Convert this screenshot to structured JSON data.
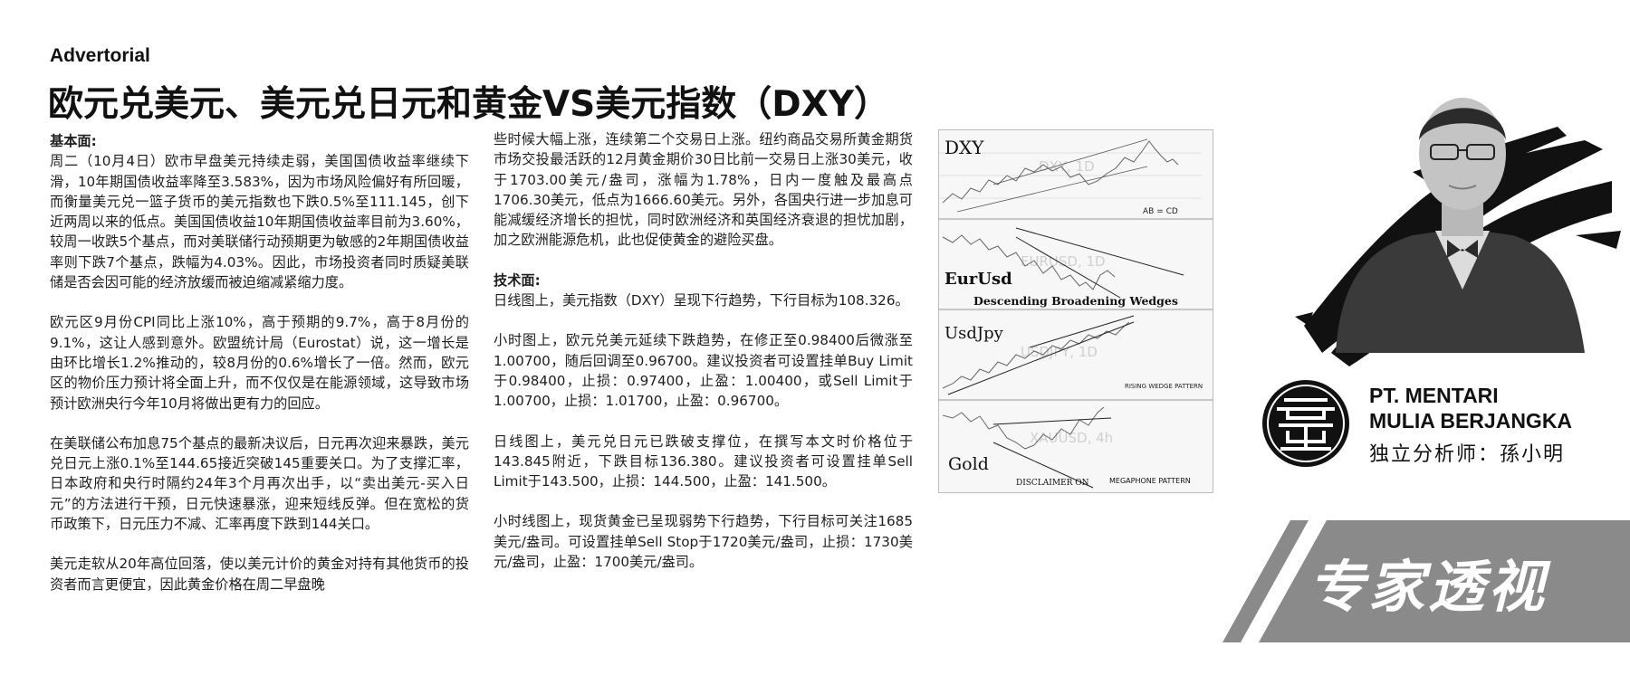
{
  "header": {
    "kicker": "Advertorial",
    "title": "欧元兑美元、美元兑日元和黄金VS美元指数（DXY）"
  },
  "column1": {
    "section_title": "基本面:",
    "paragraphs": [
      "周二（10月4日）欧市早盘美元持续走弱，美国国债收益率继续下滑，10年期国债收益率降至3.583%，因为市场风险偏好有所回暖，而衡量美元兑一篮子货币的美元指数也下跌0.5%至111.145，创下近两周以来的低点。美国国债收益10年期国债收益率目前为3.60%，较周一收跌5个基点，而对美联储行动预期更为敏感的2年期国债收益率则下跌7个基点，跌幅为4.03%。因此，市场投资者同时质疑美联储是否会因可能的经济放缓而被迫缩减紧缩力度。",
      "欧元区9月份CPI同比上涨10%，高于预期的9.7%，高于8月份的9.1%，这让人感到意外。欧盟统计局（Eurostat）说，这一增长是由环比增长1.2%推动的，较8月份的0.6%增长了一倍。然而，欧元区的物价压力预计将全面上升，而不仅仅是在能源领域，这导致市场预计欧洲央行今年10月将做出更有力的回应。",
      "在美联储公布加息75个基点的最新决议后，日元再次迎来暴跌，美元兑日元上涨0.1%至144.65接近突破145重要关口。为了支撑汇率，日本政府和央行时隔约24年3个月再次出手，以“卖出美元-买入日元”的方法进行干预，日元快速暴涨，迎来短线反弹。但在宽松的货币政策下，日元压力不减、汇率再度下跌到144关口。",
      "美元走软从20年高位回落，使以美元计价的黄金对持有其他货币的投资者而言更便宜，因此黄金价格在周二早盘晚"
    ]
  },
  "column2": {
    "paragraph_cont": "些时候大幅上涨，连续第二个交易日上涨。纽约商品交易所黄金期货市场交投最活跃的12月黄金期价30日比前一交易日上涨30美元，收于1703.00美元/盎司，涨幅为1.78%，日内一度触及最高点1706.30美元，低点为1666.60美元。另外，各国央行进一步加息可能减缓经济增长的担忧，同时欧洲经济和英国经济衰退的担忧加剧，加之欧洲能源危机，此也促使黄金的避险买盘。",
    "section_title": "技术面:",
    "paragraphs": [
      "日线图上，美元指数（DXY）呈现下行趋势，下行目标为108.326。",
      "小时图上，欧元兑美元延续下跌趋势，在修正至0.98400后微涨至1.00700，随后回调至0.96700。建议投资者可设置挂单Buy Limit于0.98400，止损：0.97400，止盈：1.00400，或Sell Limit于1.00700，止损：1.01700，止盈：0.96700。",
      "日线图上，美元兑日元已跌破支撑位，在撰写本文时价格位于143.845附近，下跌目标136.380。建议投资者可设置挂单Sell Limit于143.500，止损：144.500，止盈：141.500。",
      "小时线图上，现货黄金已呈现弱势下行趋势，下行目标可关注1685美元/盎司。可设置挂单Sell Stop于1720美元/盎司，止损：1730美元/盎司，止盈：1700美元/盎司。"
    ]
  },
  "charts": [
    {
      "label": "DXY",
      "watermark": "DXY, 1D",
      "note": "AB = CD"
    },
    {
      "label": "EurUsd",
      "watermark": "EURUSD, 1D",
      "note": "Descending Broadening Wedges"
    },
    {
      "label": "UsdJpy",
      "watermark": "USDJPY, 1D",
      "note": "RISING WEDGE PATTERN"
    },
    {
      "label": "Gold",
      "watermark": "XAUUSD, 4h",
      "note": "MEGAPHONE PATTERN",
      "note2": "DISCLAIMER ON"
    }
  ],
  "sidebar": {
    "company_line1": "PT. MENTARI",
    "company_line2": "MULIA BERJANGKA",
    "analyst": "独立分析师：孫小明",
    "banner": "专家透视"
  },
  "colors": {
    "banner_gray": "#8a8a8a",
    "brush_black": "#111111",
    "text": "#1e1e1e"
  }
}
